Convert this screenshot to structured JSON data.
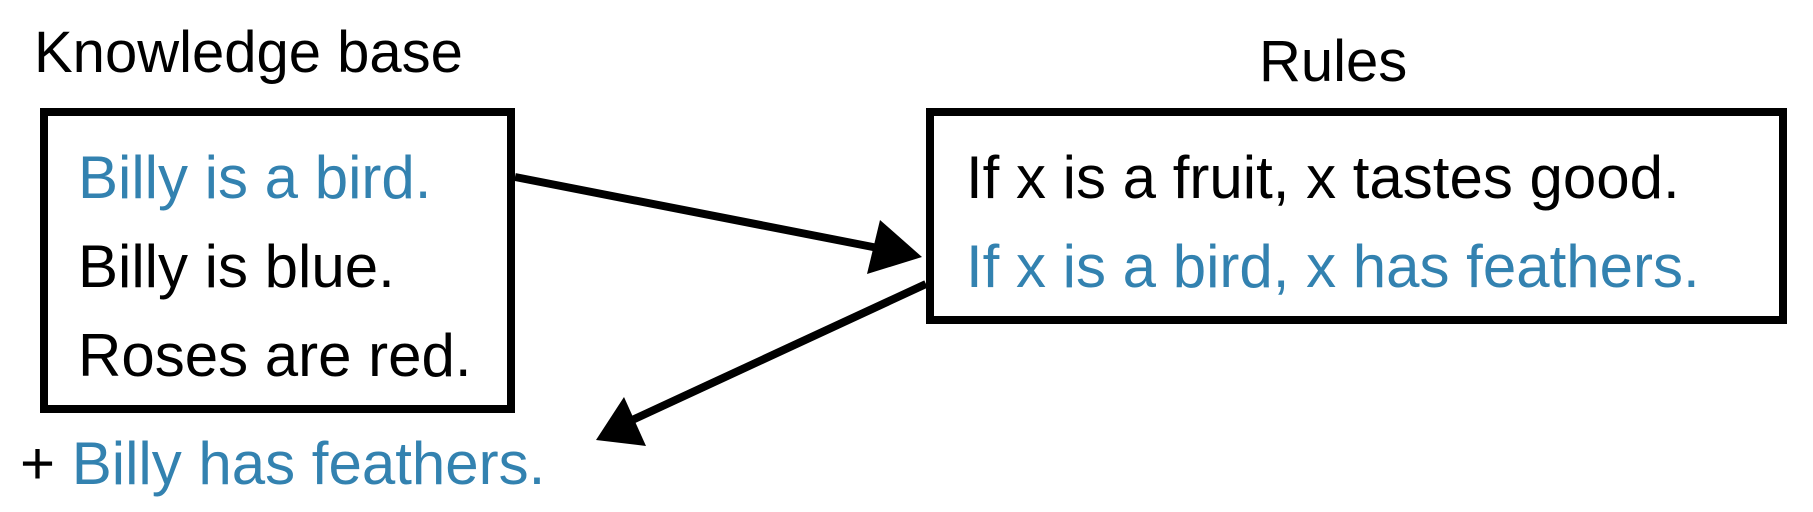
{
  "knowledge_base": {
    "heading": "Knowledge base",
    "facts": [
      "Billy is a bird.",
      "Billy is blue.",
      "Roses are red."
    ]
  },
  "rules": {
    "heading": "Rules",
    "items": [
      "If x is a fruit, x tastes good.",
      "If x is a bird, x has feathers."
    ]
  },
  "derived": {
    "prefix": "+",
    "fact": "Billy has feathers."
  },
  "colors": {
    "highlight": "#3382b0",
    "text": "#000000"
  }
}
